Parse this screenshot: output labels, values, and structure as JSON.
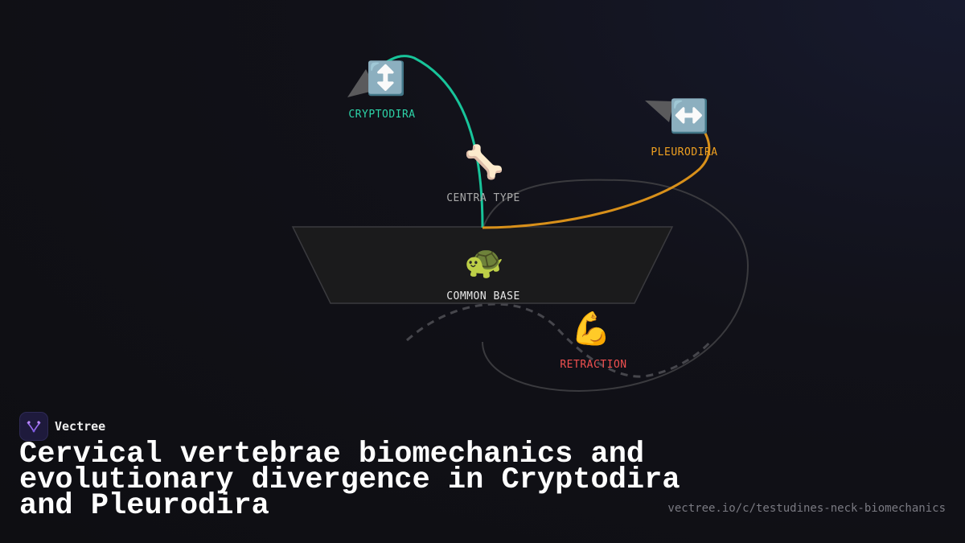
{
  "nodes": {
    "cryptodira": {
      "label": "CRYPTODIRA",
      "icon": "up-down-arrow-icon",
      "glyph": "↕️",
      "color": "#2dd4a8"
    },
    "pleurodira": {
      "label": "PLEURODIRA",
      "icon": "left-right-arrow-icon",
      "glyph": "↔️",
      "color": "#f0a020"
    },
    "centra_type": {
      "label": "CENTRA TYPE",
      "icon": "bone-icon",
      "glyph": "🦴",
      "color": "#aaaaaa"
    },
    "common_base": {
      "label": "COMMON BASE",
      "icon": "turtle-icon",
      "glyph": "🐢",
      "color": "#e8e8e8"
    },
    "retraction": {
      "label": "RETRACTION",
      "icon": "flexed-biceps-icon",
      "glyph": "💪",
      "color": "#f05050"
    }
  },
  "colors": {
    "cryptodira_branch": "#18c49a",
    "pleurodira_branch": "#d8901a",
    "outline": "#3a3a3e",
    "dashed": "#46464c"
  },
  "brand": {
    "name": "Vectree",
    "icon": "vectree-logo-icon"
  },
  "title": "Cervical vertebrae biomechanics and evolutionary divergence in Cryptodira and Pleurodira",
  "url": "vectree.io/c/testudines-neck-biomechanics"
}
